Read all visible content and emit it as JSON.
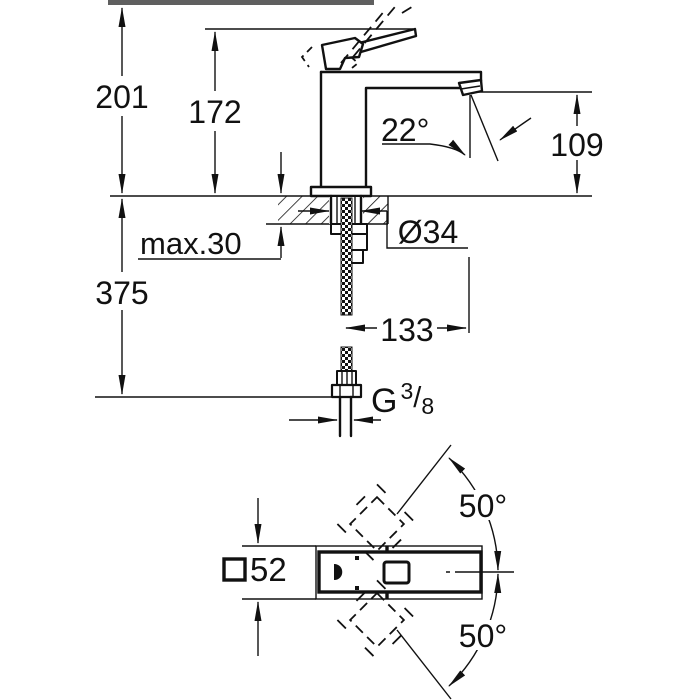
{
  "side": {
    "h_total": "201",
    "h_body": "172",
    "spout_h": "109",
    "deck_max": "max.30",
    "hole_dia": "Ø34",
    "below": "375",
    "proj": "133",
    "angle": "22°",
    "thread_g": "G",
    "thread_num": "3",
    "thread_slash": "/",
    "thread_den": "8"
  },
  "plan": {
    "swing_top": "50°",
    "swing_bottom": "50°",
    "width": "52"
  },
  "colors": {
    "line": "#111111",
    "bar": "#5f5f5f",
    "bg": "#ffffff"
  }
}
